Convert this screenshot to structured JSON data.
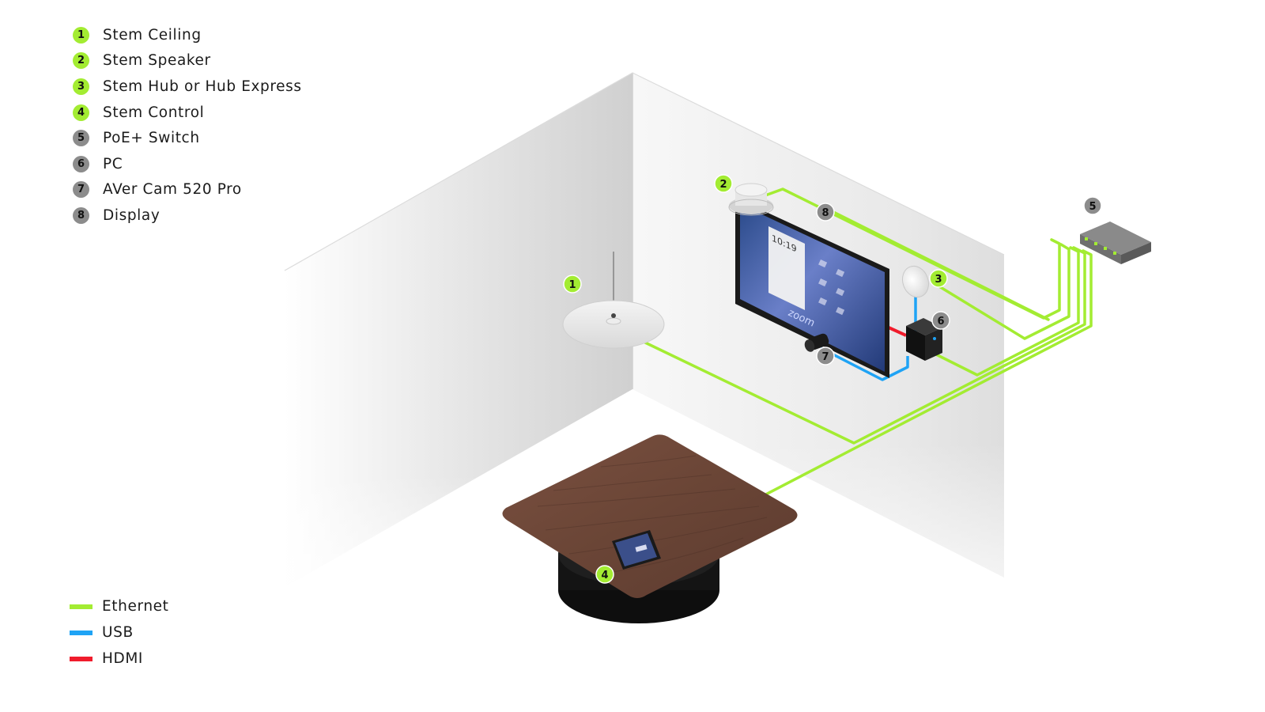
{
  "legend": [
    {
      "num": "1",
      "label": "Stem Ceiling",
      "kind": "stem"
    },
    {
      "num": "2",
      "label": "Stem Speaker",
      "kind": "stem"
    },
    {
      "num": "3",
      "label": "Stem Hub or Hub Express",
      "kind": "stem"
    },
    {
      "num": "4",
      "label": "Stem Control",
      "kind": "stem"
    },
    {
      "num": "5",
      "label": "PoE+ Switch",
      "kind": "third-party"
    },
    {
      "num": "6",
      "label": "PC",
      "kind": "third-party"
    },
    {
      "num": "7",
      "label": "AVer Cam 520 Pro",
      "kind": "third-party"
    },
    {
      "num": "8",
      "label": "Display",
      "kind": "third-party"
    }
  ],
  "cables": [
    {
      "label": "Ethernet",
      "color": "#a3ec32"
    },
    {
      "label": "USB",
      "color": "#1fa3f5"
    },
    {
      "label": "HDMI",
      "color": "#f01c2c"
    }
  ],
  "colors": {
    "stem_badge": "#a3ec32",
    "third_party_badge": "#8c8c8c",
    "ethernet": "#a3ec32",
    "usb": "#1fa3f5",
    "hdmi": "#f01c2c"
  },
  "screen": {
    "clock": "10:19",
    "brand": "zoom"
  }
}
